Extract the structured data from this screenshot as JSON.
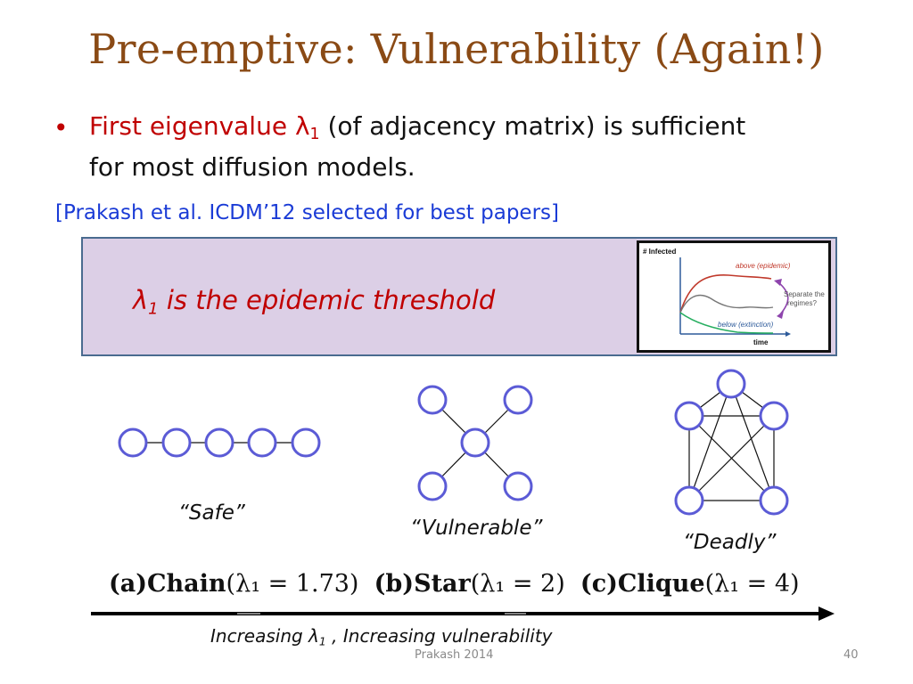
{
  "slide": {
    "title": "Pre-emptive: Vulnerability (Again!)",
    "bullet": {
      "highlight": "First eigenvalue λ",
      "highlight_sub": "1",
      "rest_line1": " (of adjacency matrix) is sufficient",
      "line2": "for most diffusion models."
    },
    "citation": "[Prakash et al.  ICDM’12 selected for best papers]",
    "callout": {
      "lambda": "λ",
      "sub": "1",
      "text": " is the epidemic threshold"
    },
    "inset": {
      "ylabel": "# Infected",
      "above": "above (epidemic)",
      "below": "below (extinction)",
      "separate1": "Separate the",
      "separate2": "regimes?",
      "xlabel": "time"
    },
    "labels": {
      "safe": "“Safe”",
      "vulnerable": "“Vulnerable”",
      "deadly": "“Deadly”"
    },
    "formula": {
      "a_label": "(a)Chain",
      "a_val": "(λ₁ = 1.73)",
      "b_label": "(b)Star",
      "b_val": "(λ₁ = 2)",
      "c_label": "(c)Clique",
      "c_val": "(λ₁ = 4)"
    },
    "caption": {
      "pre": "Increasing λ",
      "sub": "1",
      "post": " , Increasing vulnerability"
    },
    "footer": "Prakash 2014",
    "page_number": "40"
  }
}
